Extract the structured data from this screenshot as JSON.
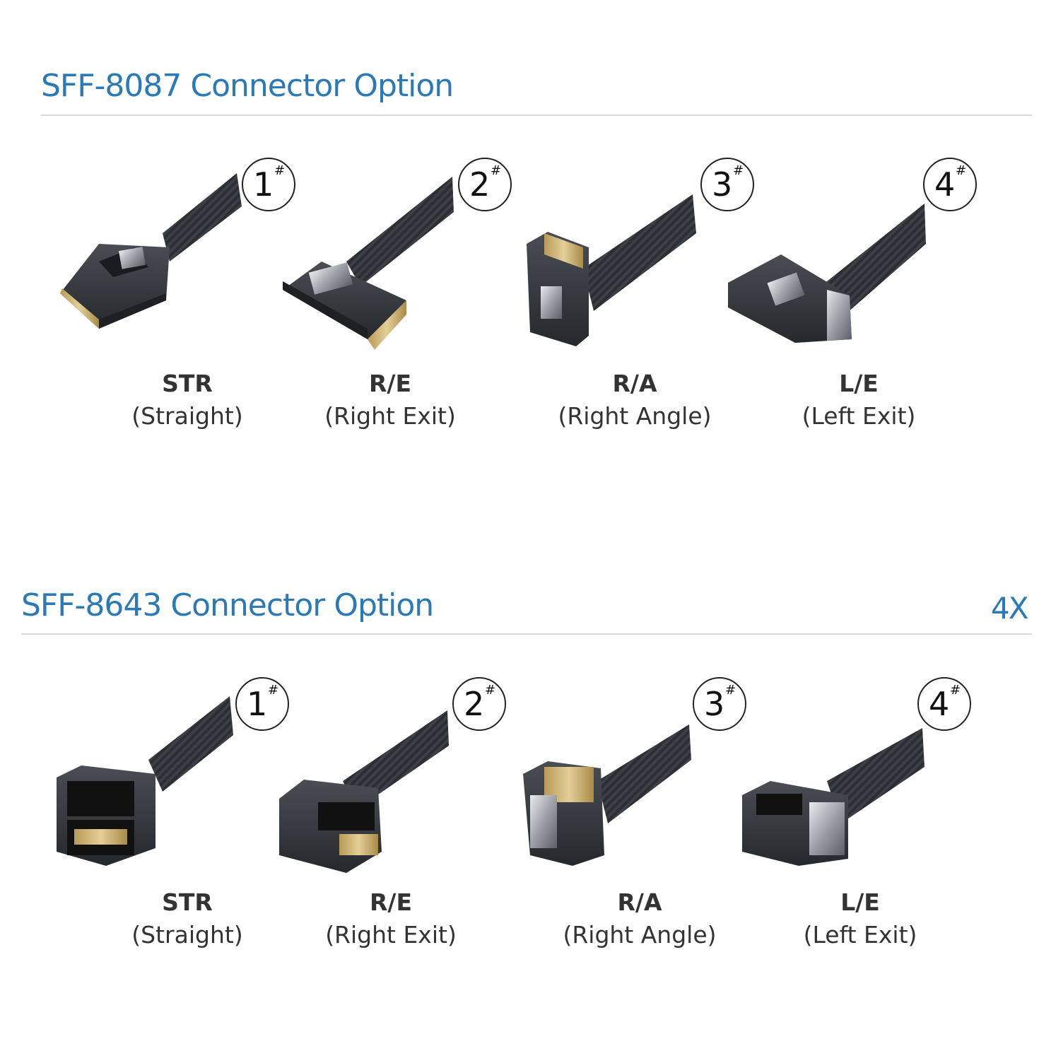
{
  "sections": [
    {
      "title": "SFF-8087 Connector Option",
      "tag": "",
      "items": [
        {
          "number": "1",
          "hash": "#",
          "code": "STR",
          "desc": "(Straight)",
          "icon": "sff8087-straight-connector-icon"
        },
        {
          "number": "2",
          "hash": "#",
          "code": "R/E",
          "desc": "(Right Exit)",
          "icon": "sff8087-right-exit-connector-icon"
        },
        {
          "number": "3",
          "hash": "#",
          "code": "R/A",
          "desc": "(Right Angle)",
          "icon": "sff8087-right-angle-connector-icon"
        },
        {
          "number": "4",
          "hash": "#",
          "code": "L/E",
          "desc": "(Left Exit)",
          "icon": "sff8087-left-exit-connector-icon"
        }
      ]
    },
    {
      "title": "SFF-8643 Connector Option",
      "tag": "4X",
      "items": [
        {
          "number": "1",
          "hash": "#",
          "code": "STR",
          "desc": "(Straight)",
          "icon": "sff8643-straight-connector-icon"
        },
        {
          "number": "2",
          "hash": "#",
          "code": "R/E",
          "desc": "(Right Exit)",
          "icon": "sff8643-right-exit-connector-icon"
        },
        {
          "number": "3",
          "hash": "#",
          "code": "R/A",
          "desc": "(Right Angle)",
          "icon": "sff8643-right-angle-connector-icon"
        },
        {
          "number": "4",
          "hash": "#",
          "code": "L/E",
          "desc": "(Left Exit)",
          "icon": "sff8643-left-exit-connector-icon"
        }
      ]
    }
  ],
  "colors": {
    "title": "#2b79b5",
    "cable": "#2a2d31",
    "connector": "#3a3d42",
    "contacts": "#c9b27a"
  }
}
